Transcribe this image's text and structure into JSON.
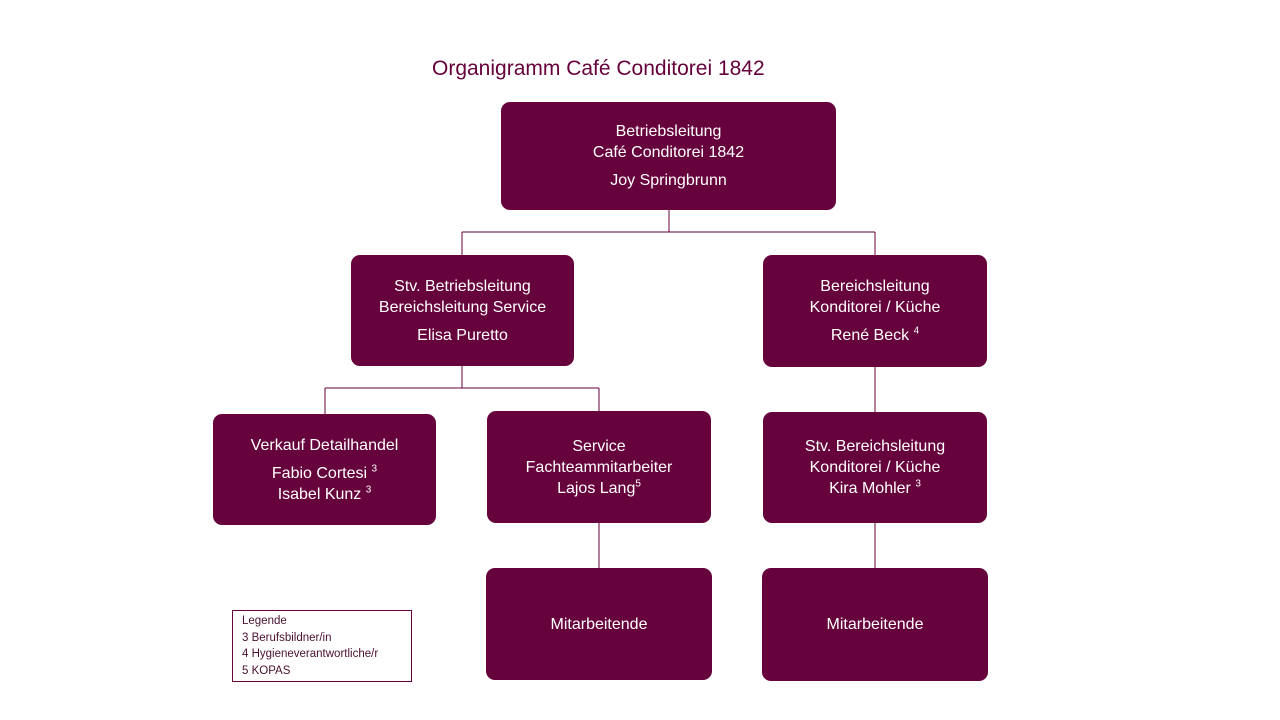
{
  "title": "Organigramm Café Conditorei 1842",
  "colors": {
    "box": "#66033c",
    "text": "#ffffff",
    "line": "#66003a"
  },
  "boxes": {
    "top": {
      "line1": "Betriebsleitung",
      "line2": "Café Conditorei 1842",
      "name": "Joy Springbrunn"
    },
    "service_lead": {
      "line1": "Stv. Betriebsleitung",
      "line2": "Bereichsleitung Service",
      "name": "Elisa Puretto"
    },
    "konditorei_lead": {
      "line1": "Bereichsleitung",
      "line2": "Konditorei / Küche",
      "name": "René Beck",
      "mark": "4"
    },
    "verkauf": {
      "line1": "Verkauf Detailhandel",
      "person1": "Fabio Cortesi",
      "mark1": "3",
      "person2": "Isabel Kunz",
      "mark2": "3"
    },
    "service": {
      "line1": "Service",
      "line2": "Fachteammitarbeiter",
      "name": "Lajos Lang",
      "mark": "5"
    },
    "konditorei_deputy": {
      "line1": "Stv. Bereichsleitung",
      "line2": "Konditorei / Küche",
      "name": "Kira Mohler",
      "mark": "3"
    },
    "staff_service": {
      "label": "Mitarbeitende"
    },
    "staff_konditorei": {
      "label": "Mitarbeitende"
    }
  },
  "legend": {
    "title": "Legende",
    "items": [
      "3 Berufsbildner/in",
      "4 Hygieneverantwortliche/r",
      "5 KOPAS"
    ]
  }
}
